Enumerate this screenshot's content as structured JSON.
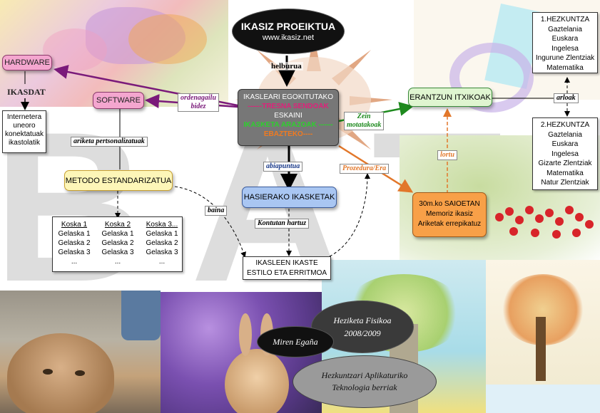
{
  "title": {
    "main": "IKASIZ PROEIKTUA",
    "url": "www.ikasiz.net"
  },
  "center_box": {
    "line1": "IKASLEARI EGOKITUTAKO",
    "line2": "------TRESNA SENDOAK",
    "line3": "ESKAINI",
    "line4": "IKASKETA ARAZOAK ------",
    "line5": "EBAZTEKO----"
  },
  "nodes": {
    "hardware": "HARDWARE",
    "ikasdat": "IKASDAT",
    "internet_schools": [
      "Internetera",
      "uneoro",
      "konektatuak",
      "ikastolatik"
    ],
    "software": "SOFTWARE",
    "metodo": "METODO ESTANDARIZATUA",
    "hasierako": "HASIERAKO IKASKETAK",
    "ikasleen": [
      "IKASLEEN IKASTE",
      "ESTILO ETA ERRITMOA"
    ],
    "erantzun": "ERANTZUN ITXIKOAK",
    "saioetan": [
      "30m.ko SAIOETAN",
      "Memoriz ikasiz",
      "Ariketak errepikatuz"
    ]
  },
  "hezkuntza1": {
    "title": "1.HEZKUNTZA",
    "items": [
      "Gaztelania",
      "Euskara",
      "Ingelesa",
      "Ingurune Zlentziak",
      "Matematika"
    ]
  },
  "hezkuntza2": {
    "title": "2.HEZKUNTZA",
    "items": [
      "Gaztelania",
      "Euskara",
      "Ingelesa",
      "Gizarte Zlentziak",
      "Matematika",
      "Natur Zlentziak"
    ]
  },
  "koska": {
    "columns": [
      {
        "header": "Koska 1",
        "items": [
          "Gelaska 1",
          "Gelaska 2",
          "Gelaska 3",
          "..."
        ]
      },
      {
        "header": "Koska 2",
        "items": [
          "Gelaska 1",
          "Gelaska 2",
          "Gelaska 3",
          "..."
        ]
      },
      {
        "header": "Koska 3...",
        "items": [
          "Gelaska 1",
          "Gelaska 2",
          "Gelaska 3",
          "..."
        ]
      }
    ]
  },
  "edge_labels": {
    "helburua": "helburua",
    "ordenagailu": [
      "ordenagailu",
      "bidez"
    ],
    "ariketa": "ariketa pertsonalizatuak",
    "abiapuntua": "abiapuntua",
    "baina": "baina",
    "kontutan": "Kontutan hartuz",
    "zein": [
      "Zein",
      "motatakoak"
    ],
    "arloak": "arloak",
    "lortu": "lortu",
    "prozedura": "Prozedura/Era"
  },
  "bottom": {
    "hezi_line1": "Heziketa Fisikoa",
    "hezi_line2": "2008/2009",
    "author": "Miren Egaña",
    "hezk_line1": "Hezkuntzari Aplikaturiko",
    "hezk_line2": "Teknologia berriak"
  },
  "background_letters": "BAT",
  "colors": {
    "arrow_purple": "#7a1a7a",
    "arrow_green": "#1e8a1e",
    "arrow_orange": "#e2772a",
    "tresna_pink": "#e0207a",
    "arazoak_green": "#2dd02d",
    "ebazteko_orange": "#f07a20"
  }
}
